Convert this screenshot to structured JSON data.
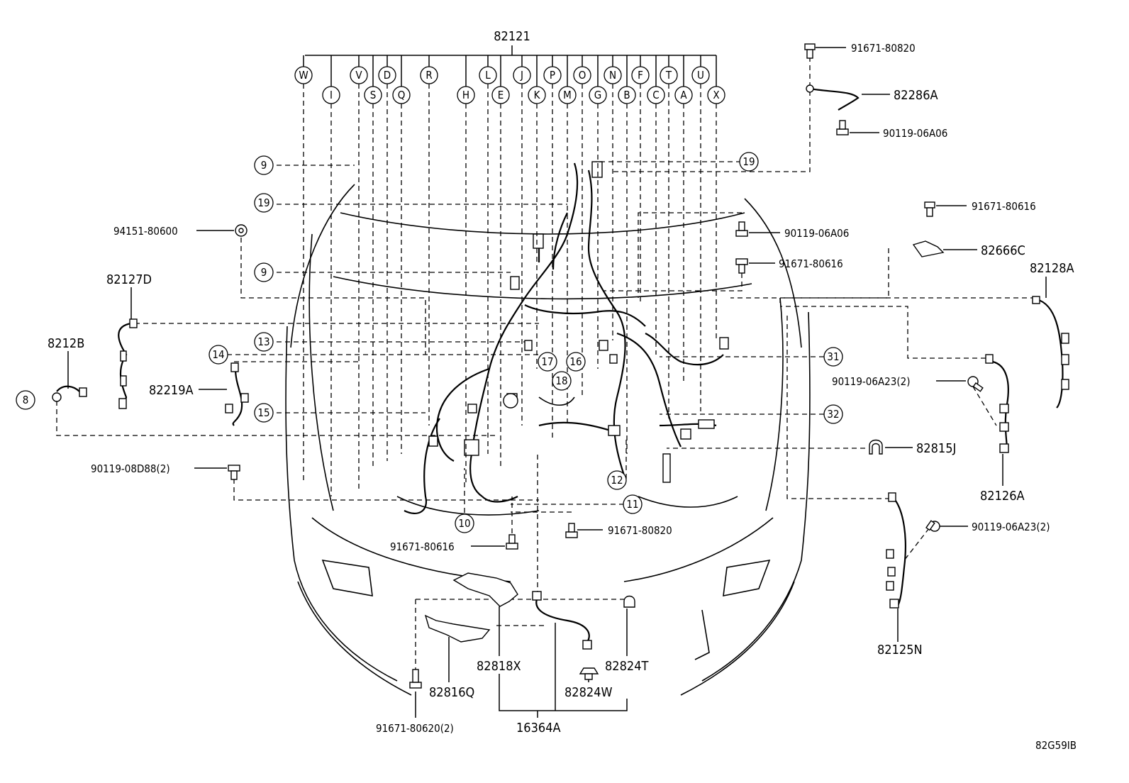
{
  "top_part": "82121",
  "letter_callouts": [
    "W",
    "I",
    "V",
    "S",
    "D",
    "Q",
    "R",
    "H",
    "L",
    "E",
    "J",
    "K",
    "P",
    "M",
    "O",
    "G",
    "N",
    "B",
    "F",
    "C",
    "T",
    "A",
    "U",
    "X"
  ],
  "number_callouts": {
    "n9a": "9",
    "n19a": "19",
    "n19b": "19",
    "n9b": "9",
    "n13": "13",
    "n14": "14",
    "n15": "15",
    "n8": "8",
    "n17": "17",
    "n16": "16",
    "n18": "18",
    "n31": "31",
    "n32": "32",
    "n12": "12",
    "n11": "11",
    "n10": "10"
  },
  "parts": {
    "p91671_80820_top": "91671-80820",
    "p82286A": "82286A",
    "p90119_06A06_top": "90119-06A06",
    "p91671_80616_right": "91671-80616",
    "p82666C": "82666C",
    "p82128A": "82128A",
    "p90119_06A06_mid": "90119-06A06",
    "p91671_80616_mid": "91671-80616",
    "p94151_80600": "94151-80600",
    "p82127D": "82127D",
    "p8212B": "8212B",
    "p82219A": "82219A",
    "p90119_06A23_a": "90119-06A23(2)",
    "p82126A": "82126A",
    "p82815J": "82815J",
    "p90119_08D88": "90119-08D88(2)",
    "p91671_80820_bottom": "91671-80820",
    "p91671_80616_bottom": "91671-80616",
    "p90119_06A23_b": "90119-06A23(2)",
    "p82125N": "82125N",
    "p82818X": "82818X",
    "p82824T": "82824T",
    "p82816Q": "82816Q",
    "p82824W": "82824W",
    "p91671_80620": "91671-80620(2)",
    "p16364A": "16364A"
  },
  "diagram_code": "82G59IB"
}
